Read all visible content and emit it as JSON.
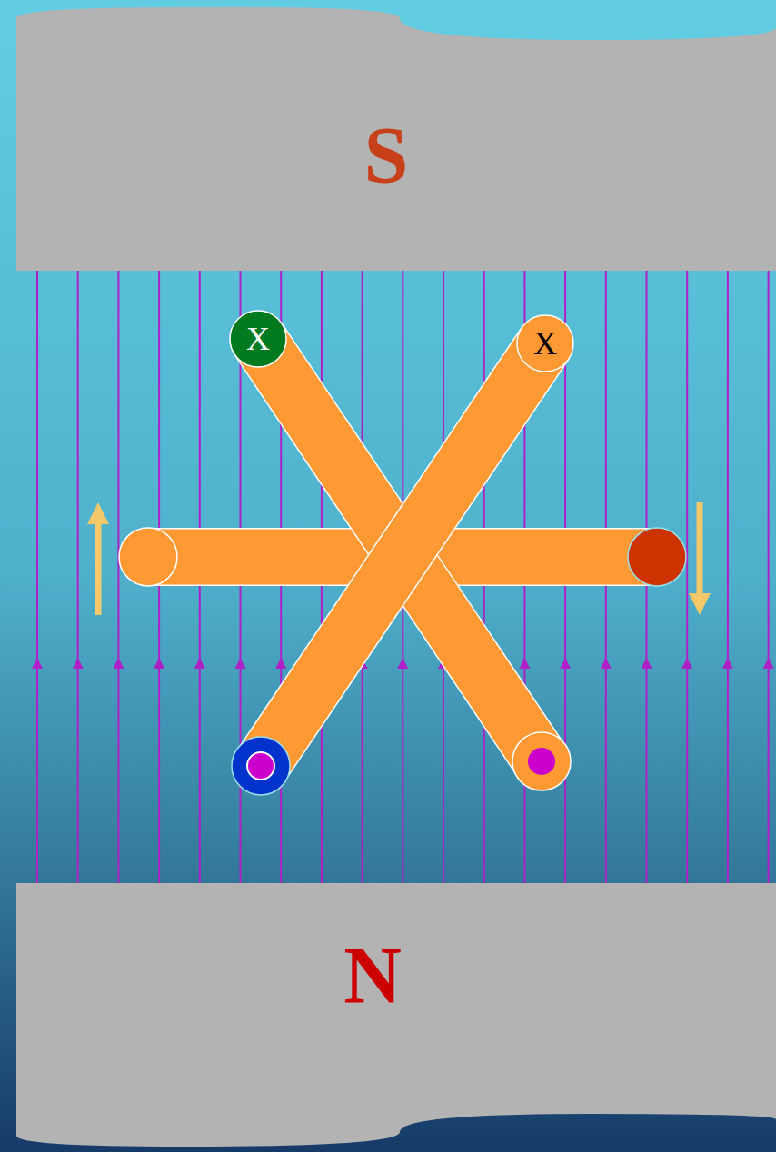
{
  "diagram": {
    "nodes": [
      {
        "text": [
          "S"
        ]
      },
      {
        "text": [
          "X"
        ]
      },
      {
        "text": [
          "X"
        ]
      },
      {
        "text": [
          "N"
        ]
      }
    ]
  }
}
